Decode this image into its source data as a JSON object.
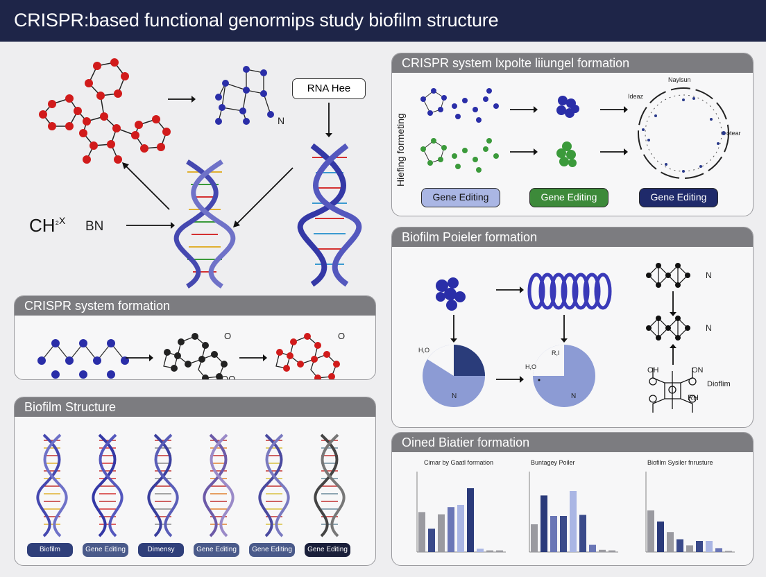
{
  "header": {
    "title": "CRISPR:based functional genormips study biofilm structure"
  },
  "top_left": {
    "rna_label": "RNA Hee",
    "formula_main": "CH",
    "formula_sup": "₂X",
    "formula_bn": "BN",
    "n_label": "N"
  },
  "panel_crispr_hydrogel": {
    "title": "CRISPR system lxpolte liiungel formation",
    "side_label": "Hiefing formeting",
    "ring_top": "Naylsun",
    "ring_left": "Ideaz",
    "ring_right": "otear",
    "buttons": [
      {
        "label": "Gene Editing",
        "color": "#aab6e4",
        "text": "#111"
      },
      {
        "label": "Gene Editing",
        "color": "#3d8a3a",
        "text": "#ffffff"
      },
      {
        "label": "Gene Editing",
        "color": "#1f2a6a",
        "text": "#ffffff"
      }
    ]
  },
  "panel_crispr_system": {
    "title": "CRISPR system formation",
    "o1": "O",
    "o2": "O",
    "oo": "OO"
  },
  "panel_biofilm_structure": {
    "title": "Biofilm Structure",
    "buttons": [
      "Biofilm",
      "Gene Editing",
      "Dimensy",
      "Gene Editing",
      "Gene Editing",
      "Gene Editing"
    ]
  },
  "panel_biofilm_poiler": {
    "title": "Biofilm Poieler formation",
    "pie1_label": "H,O",
    "pie1_n": "N",
    "pie2_label": "H,O",
    "pie2_top": "R,I",
    "pie2_n": "N",
    "n1": "N",
    "n2": "N",
    "on": "ON",
    "oh": "OH",
    "rh": "RH",
    "biofilm": "Dioflim"
  },
  "panel_oined": {
    "title": "Oined Biatier formation",
    "chart_data": [
      {
        "type": "bar",
        "title": "Cimar by Gaatl formation",
        "ylim": [
          0,
          14
        ],
        "values": [
          7.2,
          4.2,
          6.8,
          8.1,
          8.5,
          11.5,
          0.6,
          0.3,
          0.3
        ],
        "colors": [
          "#9a9aa0",
          "#3a4a8a",
          "#9a9aa0",
          "#6a76b6",
          "#aab6e4",
          "#2a3a7a",
          "#aab6e4",
          "#9a9aa0",
          "#9a9aa0"
        ]
      },
      {
        "type": "bar",
        "title": "Buntagey Poiler",
        "ylim": [
          0,
          14
        ],
        "values": [
          5.0,
          10.2,
          6.5,
          6.5,
          11.0,
          6.7,
          1.3,
          0.4,
          0.3
        ],
        "colors": [
          "#9a9aa0",
          "#2a3a7a",
          "#6a76b6",
          "#3a4a8a",
          "#aab6e4",
          "#3a4a8a",
          "#6a76b6",
          "#9a9aa0",
          "#9a9aa0"
        ]
      },
      {
        "type": "bar",
        "title": "Biofilm Sysiler fnrusture",
        "ylim": [
          0,
          14
        ],
        "values": [
          7.5,
          5.5,
          3.6,
          2.3,
          1.2,
          2.0,
          2.0,
          0.7,
          0.2
        ],
        "colors": [
          "#9a9aa0",
          "#2a3a7a",
          "#9a9aa0",
          "#3a4a8a",
          "#9a9aa0",
          "#3a4a8a",
          "#aab6e4",
          "#6a76b6",
          "#9a9aa0"
        ]
      }
    ]
  }
}
